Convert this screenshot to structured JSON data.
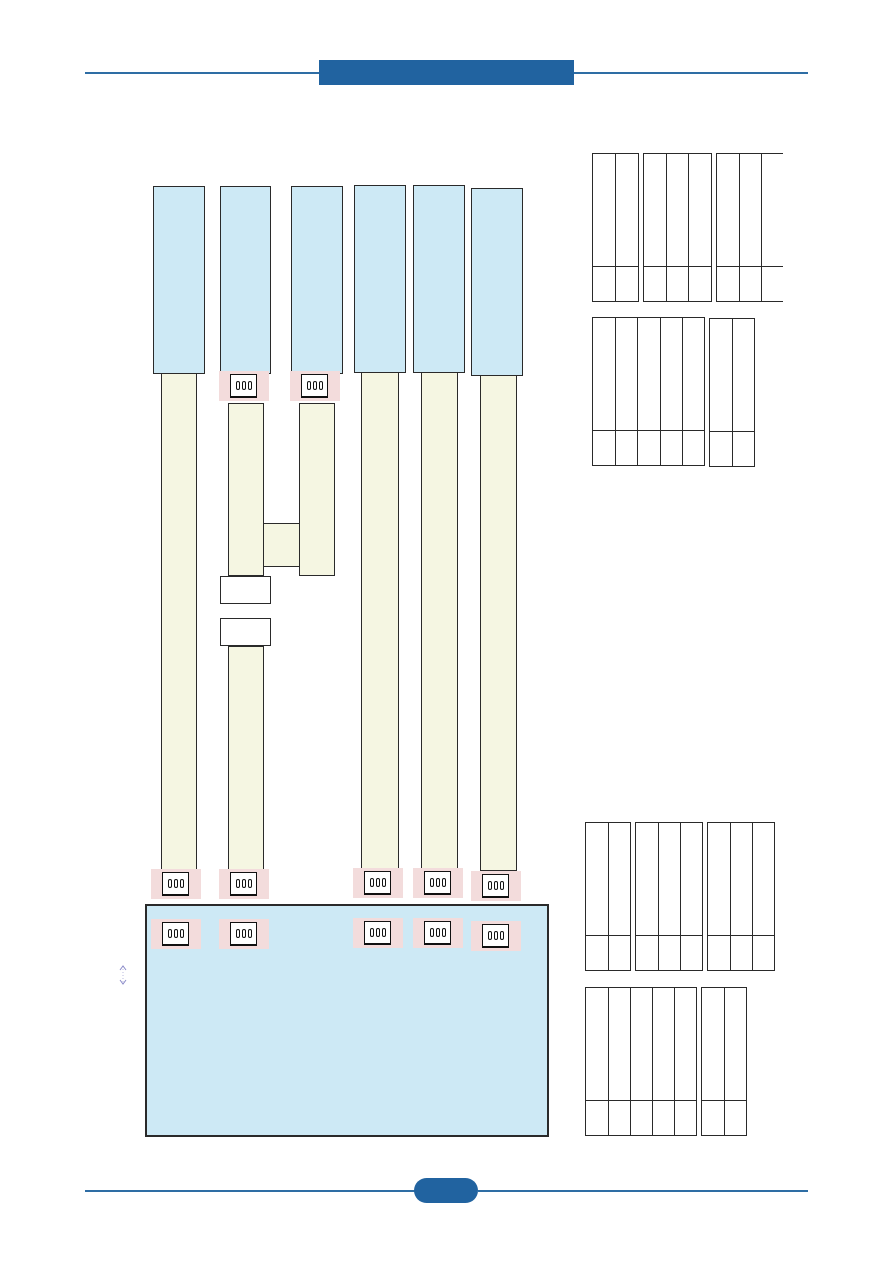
{
  "header": {
    "title": "",
    "accent": "#2163a0",
    "rule_color": "#2e6da4"
  },
  "footer": {
    "page": "",
    "accent": "#2163a0"
  },
  "diagram": {
    "colors": {
      "module_fill": "#cde9f5",
      "harness_fill": "#f5f6e2",
      "connector_fill": "#f3dcdc",
      "board_fill": "#cde9f5",
      "line": "#2a2a2a"
    },
    "modules": [
      "",
      "",
      "",
      "",
      "",
      ""
    ],
    "board_label": "",
    "connector_glyph": "000",
    "pin_tables": [
      {
        "groups": [
          2,
          3,
          3
        ]
      },
      {
        "groups": [
          5,
          2
        ]
      },
      {
        "groups": [
          2,
          3,
          3
        ]
      },
      {
        "groups": [
          5,
          2
        ]
      }
    ]
  }
}
